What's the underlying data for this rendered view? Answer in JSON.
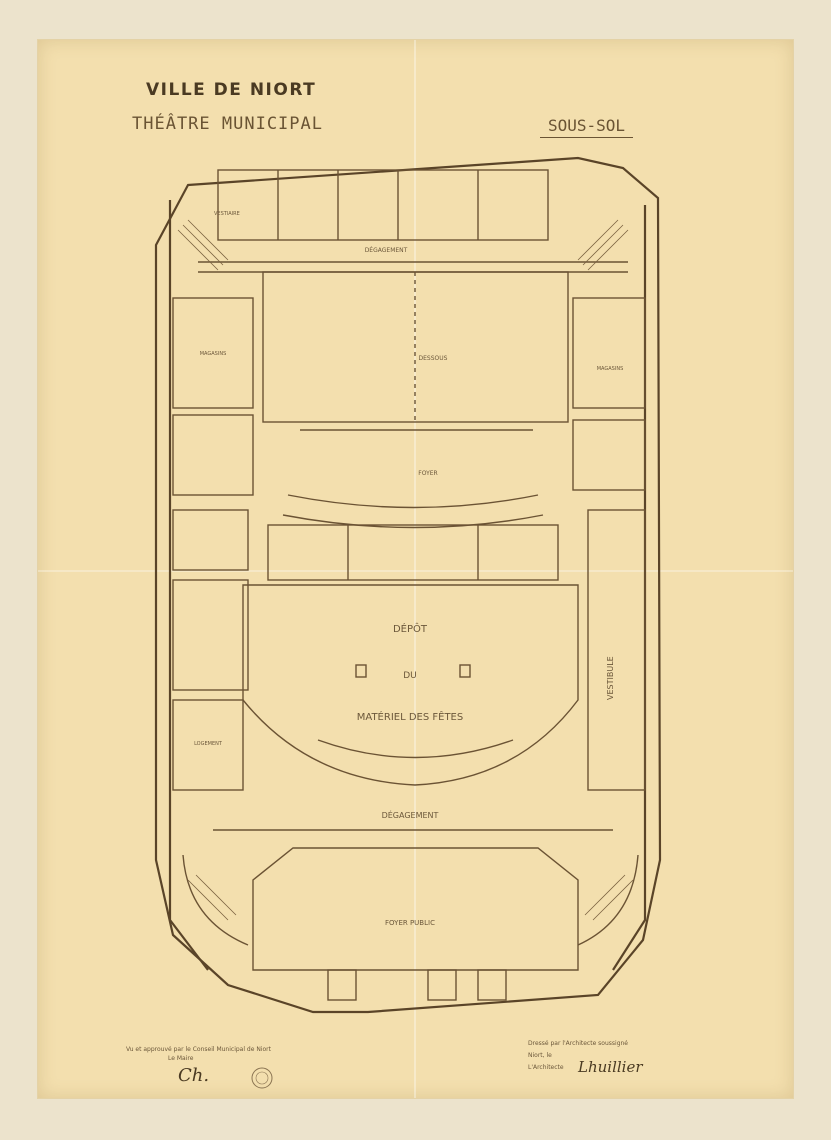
{
  "header": {
    "city": "VILLE DE NIORT",
    "building": "THÉÂTRE MUNICIPAL",
    "level": "SOUS-SOL"
  },
  "rooms": {
    "vestiaire_top": "VESTIAIRE",
    "degagement_top": "DÉGAGEMENT",
    "dessous": "DESSOUS",
    "magasins_left": "MAGASINS",
    "magasins_right": "MAGASINS",
    "foyer": "FOYER",
    "depot": "DÉPÔT",
    "du": "DU",
    "materiel": "MATÉRIEL DES FÊTES",
    "degagement_bottom": "DÉGAGEMENT",
    "foyer_public": "FOYER PUBLIC",
    "vestibule": "VESTIBULE",
    "logement": "LOGEMENT"
  },
  "footer": {
    "left_note": "Vu et approuvé par le Conseil Municipal de Niort",
    "left_note2": "Le Maire",
    "right_note": "Dressé par l'Architecte soussigné",
    "right_note2": "Niort, le",
    "right_note3": "L'Architecte"
  }
}
